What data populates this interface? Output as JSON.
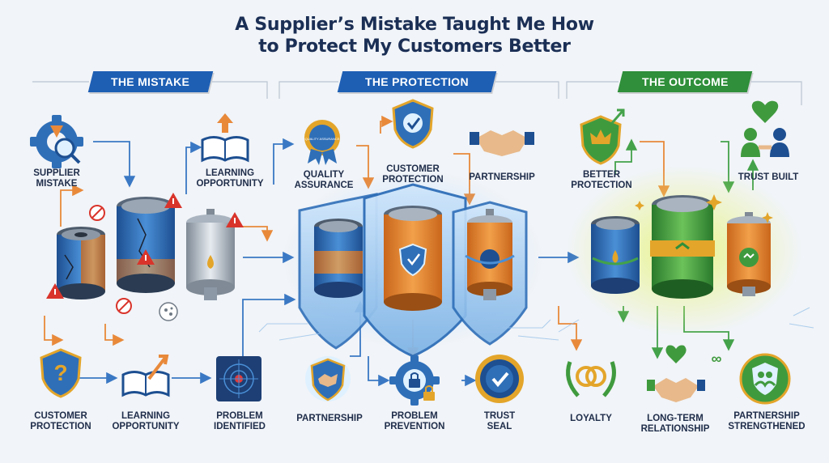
{
  "title_line1": "A Supplier’s Mistake Taught Me How",
  "title_line2": "to Protect My Customers Better",
  "banners": {
    "mistake": "THE MISTAKE",
    "protection": "THE PROTECTION",
    "outcome": "THE OUTCOME"
  },
  "labels": {
    "supplier_mistake_1": "SUPPLIER",
    "supplier_mistake_2": "MISTAKE",
    "learning_top_1": "LEARNING",
    "learning_top_2": "OPPORTUNITY",
    "quality_1": "QUALITY",
    "quality_2": "ASSURANCE",
    "customer_protection_top_1": "CUSTOMER",
    "customer_protection_top_2": "PROTECTION",
    "partnership_top": "PARTNERSHIP",
    "better_protection_1": "BETTER",
    "better_protection_2": "PROTECTION",
    "trust_built": "TRUST BUILT",
    "customer_protection_bottom_1": "CUSTOMER",
    "customer_protection_bottom_2": "PROTECTION",
    "learning_bottom_1": "LEARNING",
    "learning_bottom_2": "OPPORTUNITY",
    "problem_identified_1": "PROBLEM",
    "problem_identified_2": "IDENTIFIED",
    "partnership_bottom": "PARTNERSHIP",
    "problem_prevention_1": "PROBLEM",
    "problem_prevention_2": "PREVENTION",
    "trust_seal_1": "TRUST",
    "trust_seal_2": "SEAL",
    "loyalty": "LOYALTY",
    "long_term_1": "LONG-TERM",
    "long_term_2": "RELATIONSHIP",
    "partnership_strengthened_1": "PARTNERSHIP",
    "partnership_strengthened_2": "STRENGTHENED"
  },
  "badge_text": "QUALITY ASSURANCE",
  "colors": {
    "title": "#1b2f55",
    "banner_blue": "#1e5fb4",
    "banner_green": "#2f8f3a",
    "arrow_blue": "#3a78c4",
    "arrow_orange": "#e8893a",
    "arrow_green": "#43a24a",
    "filter_blue": "#2f6fb8",
    "filter_orange": "#e0832e",
    "filter_green": "#3f9a3e",
    "warning_red": "#d9342b",
    "gold": "#e3a52a"
  },
  "icons": [
    "gear-magnifier-icon",
    "open-book-arrow-icon",
    "quality-badge-icon",
    "shield-check-icon",
    "handshake-icon",
    "shield-crown-icon",
    "people-heart-icon",
    "shield-question-icon",
    "book-arrow-icon",
    "radar-target-icon",
    "handshake-badge-icon",
    "gear-lock-icon",
    "seal-check-icon",
    "laurel-rings-icon",
    "handshake-heart-icon",
    "people-shield-icon",
    "warning-icon",
    "damaged-filter-icon",
    "protected-filter-icon",
    "green-filter-icon"
  ]
}
